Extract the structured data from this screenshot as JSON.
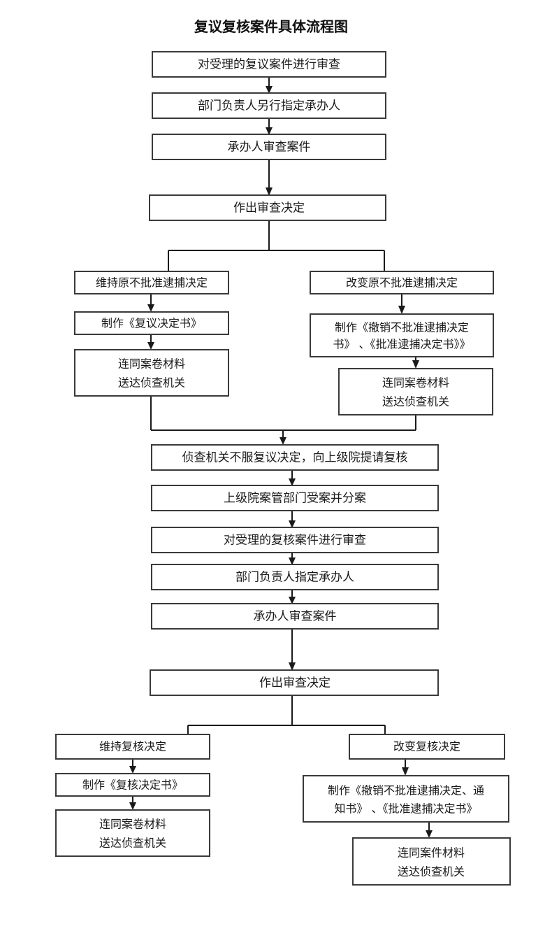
{
  "title": "复议复核案件具体流程图",
  "chart_data": {
    "type": "diagram",
    "title": "复议复核案件具体流程图",
    "orientation": "top-to-bottom",
    "node_count": 20,
    "nodes": [
      {
        "id": "n1",
        "label": "对受理的复议案件进行审查",
        "lines": [
          "对受理的复议案件进行审查"
        ]
      },
      {
        "id": "n2",
        "label": "部门负责人另行指定承办人",
        "lines": [
          "部门负责人另行指定承办人"
        ]
      },
      {
        "id": "n3",
        "label": "承办人审查案件",
        "lines": [
          "承办人审查案件"
        ]
      },
      {
        "id": "n4",
        "label": "作出审查决定",
        "lines": [
          "作出审查决定"
        ]
      },
      {
        "id": "n5",
        "label": "维持原不批准逮捕决定",
        "lines": [
          "维持原不批准逮捕决定"
        ]
      },
      {
        "id": "n6",
        "label": "改变原不批准逮捕决定",
        "lines": [
          "改变原不批准逮捕决定"
        ]
      },
      {
        "id": "n7",
        "label": "制作《复议决定书》",
        "lines": [
          "制作《复议决定书》"
        ]
      },
      {
        "id": "n8",
        "label": "制作《撤销不批准逮捕决定书》 、《批准逮捕决定书》》",
        "lines": [
          "制作《撤销不批准逮捕决定",
          "书》 、《批准逮捕决定书》》"
        ]
      },
      {
        "id": "n9",
        "label": "连同案卷材料送达侦查机关",
        "lines": [
          "连同案卷材料",
          "送达侦查机关"
        ]
      },
      {
        "id": "n10",
        "label": "连同案卷材料送达侦查机关",
        "lines": [
          "连同案卷材料",
          "送达侦查机关"
        ]
      },
      {
        "id": "n11",
        "label": "侦查机关不服复议决定，向上级院提请复核",
        "lines": [
          "侦查机关不服复议决定，向上级院提请复核"
        ]
      },
      {
        "id": "n12",
        "label": "上级院案管部门受案并分案",
        "lines": [
          "上级院案管部门受案并分案"
        ]
      },
      {
        "id": "n13",
        "label": "对受理的复核案件进行审查",
        "lines": [
          "对受理的复核案件进行审查"
        ]
      },
      {
        "id": "n14",
        "label": "部门负责人指定承办人",
        "lines": [
          "部门负责人指定承办人"
        ]
      },
      {
        "id": "n15",
        "label": "承办人审查案件",
        "lines": [
          "承办人审查案件"
        ]
      },
      {
        "id": "n16",
        "label": "作出审查决定",
        "lines": [
          "作出审查决定"
        ]
      },
      {
        "id": "n17",
        "label": "维持复核决定",
        "lines": [
          "维持复核决定"
        ]
      },
      {
        "id": "n18",
        "label": "改变复核决定",
        "lines": [
          "改变复核决定"
        ]
      },
      {
        "id": "n19",
        "label": "制作《复核决定书》",
        "lines": [
          "制作《复核决定书》"
        ]
      },
      {
        "id": "n20",
        "label": "制作《撤销不批准逮捕决定、通知书》 、《批准逮捕决定书》",
        "lines": [
          "制作《撤销不批准逮捕决定、通",
          "知书》 、《批准逮捕决定书》"
        ]
      },
      {
        "id": "n21",
        "label": "连同案卷材料送达侦查机关",
        "lines": [
          "连同案卷材料",
          "送达侦查机关"
        ]
      },
      {
        "id": "n22",
        "label": "连同案件材料送达侦查机关",
        "lines": [
          "连同案件材料",
          "送达侦查机关"
        ]
      }
    ],
    "edges": [
      {
        "from": "n1",
        "to": "n2",
        "type": "arrow"
      },
      {
        "from": "n2",
        "to": "n3",
        "type": "arrow"
      },
      {
        "from": "n3",
        "to": "n4",
        "type": "arrow"
      },
      {
        "from": "n4",
        "to": "n5",
        "type": "split"
      },
      {
        "from": "n4",
        "to": "n6",
        "type": "split"
      },
      {
        "from": "n5",
        "to": "n7",
        "type": "arrow"
      },
      {
        "from": "n7",
        "to": "n9",
        "type": "arrow"
      },
      {
        "from": "n6",
        "to": "n8",
        "type": "arrow"
      },
      {
        "from": "n8",
        "to": "n10",
        "type": "arrow"
      },
      {
        "from": "n9",
        "to": "n11",
        "type": "merge"
      },
      {
        "from": "n10",
        "to": "n11",
        "type": "merge"
      },
      {
        "from": "n11",
        "to": "n12",
        "type": "arrow"
      },
      {
        "from": "n12",
        "to": "n13",
        "type": "arrow"
      },
      {
        "from": "n13",
        "to": "n14",
        "type": "arrow"
      },
      {
        "from": "n14",
        "to": "n15",
        "type": "arrow"
      },
      {
        "from": "n15",
        "to": "n16",
        "type": "arrow"
      },
      {
        "from": "n16",
        "to": "n17",
        "type": "split"
      },
      {
        "from": "n16",
        "to": "n18",
        "type": "split"
      },
      {
        "from": "n17",
        "to": "n19",
        "type": "arrow"
      },
      {
        "from": "n19",
        "to": "n21",
        "type": "arrow"
      },
      {
        "from": "n18",
        "to": "n20",
        "type": "arrow"
      },
      {
        "from": "n20",
        "to": "n22",
        "type": "arrow"
      }
    ],
    "colors": {
      "box_fill": "#ffffff",
      "box_stroke": "#3a3a3a",
      "connector": "#1a1a1a",
      "text": "#1a1a1a",
      "background": "#ffffff"
    }
  }
}
